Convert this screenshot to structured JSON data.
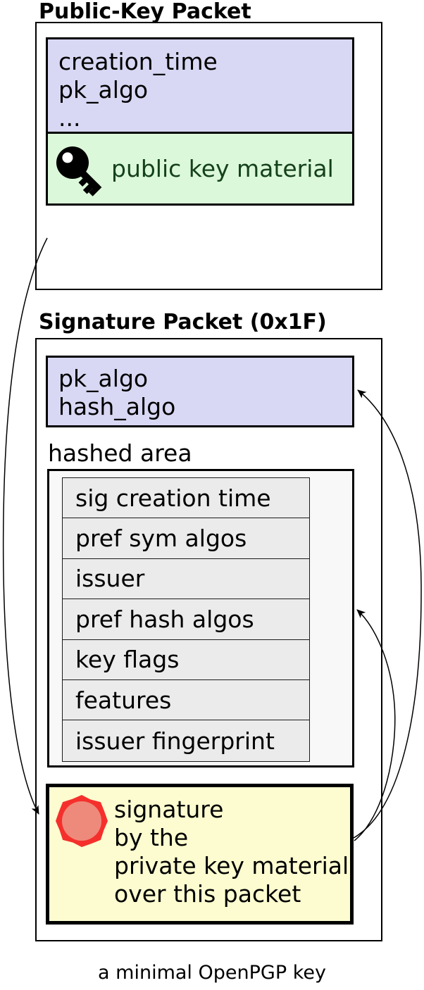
{
  "public_key_packet": {
    "title": "Public-Key Packet",
    "fields": [
      "creation_time",
      "pk_algo",
      "..."
    ],
    "material_label": "public key material",
    "key_icon": "key-icon"
  },
  "signature_packet": {
    "title": "Signature Packet (0x1F)",
    "fields": [
      "pk_algo",
      "hash_algo"
    ],
    "hashed_area_label": "hashed area",
    "subpackets": [
      "sig creation time",
      "pref sym algos",
      "issuer",
      "pref hash algos",
      "key flags",
      "features",
      "issuer fingerprint"
    ],
    "signature_lines": [
      "signature",
      "by the",
      "private key material",
      "over this packet"
    ],
    "seal_icon": "seal-icon"
  },
  "caption": "a minimal OpenPGP key",
  "colors": {
    "packet_header_fill": "#d8d8f4",
    "key_material_fill": "#dcf8da",
    "key_material_text": "#14421a",
    "hashed_area_fill": "#f8f8f8",
    "subpacket_fill": "#ebebeb",
    "signature_fill": "#fcfcd0",
    "seal_outer": "#f5302c",
    "seal_inner": "#ee8a7b",
    "line": "#000000"
  }
}
